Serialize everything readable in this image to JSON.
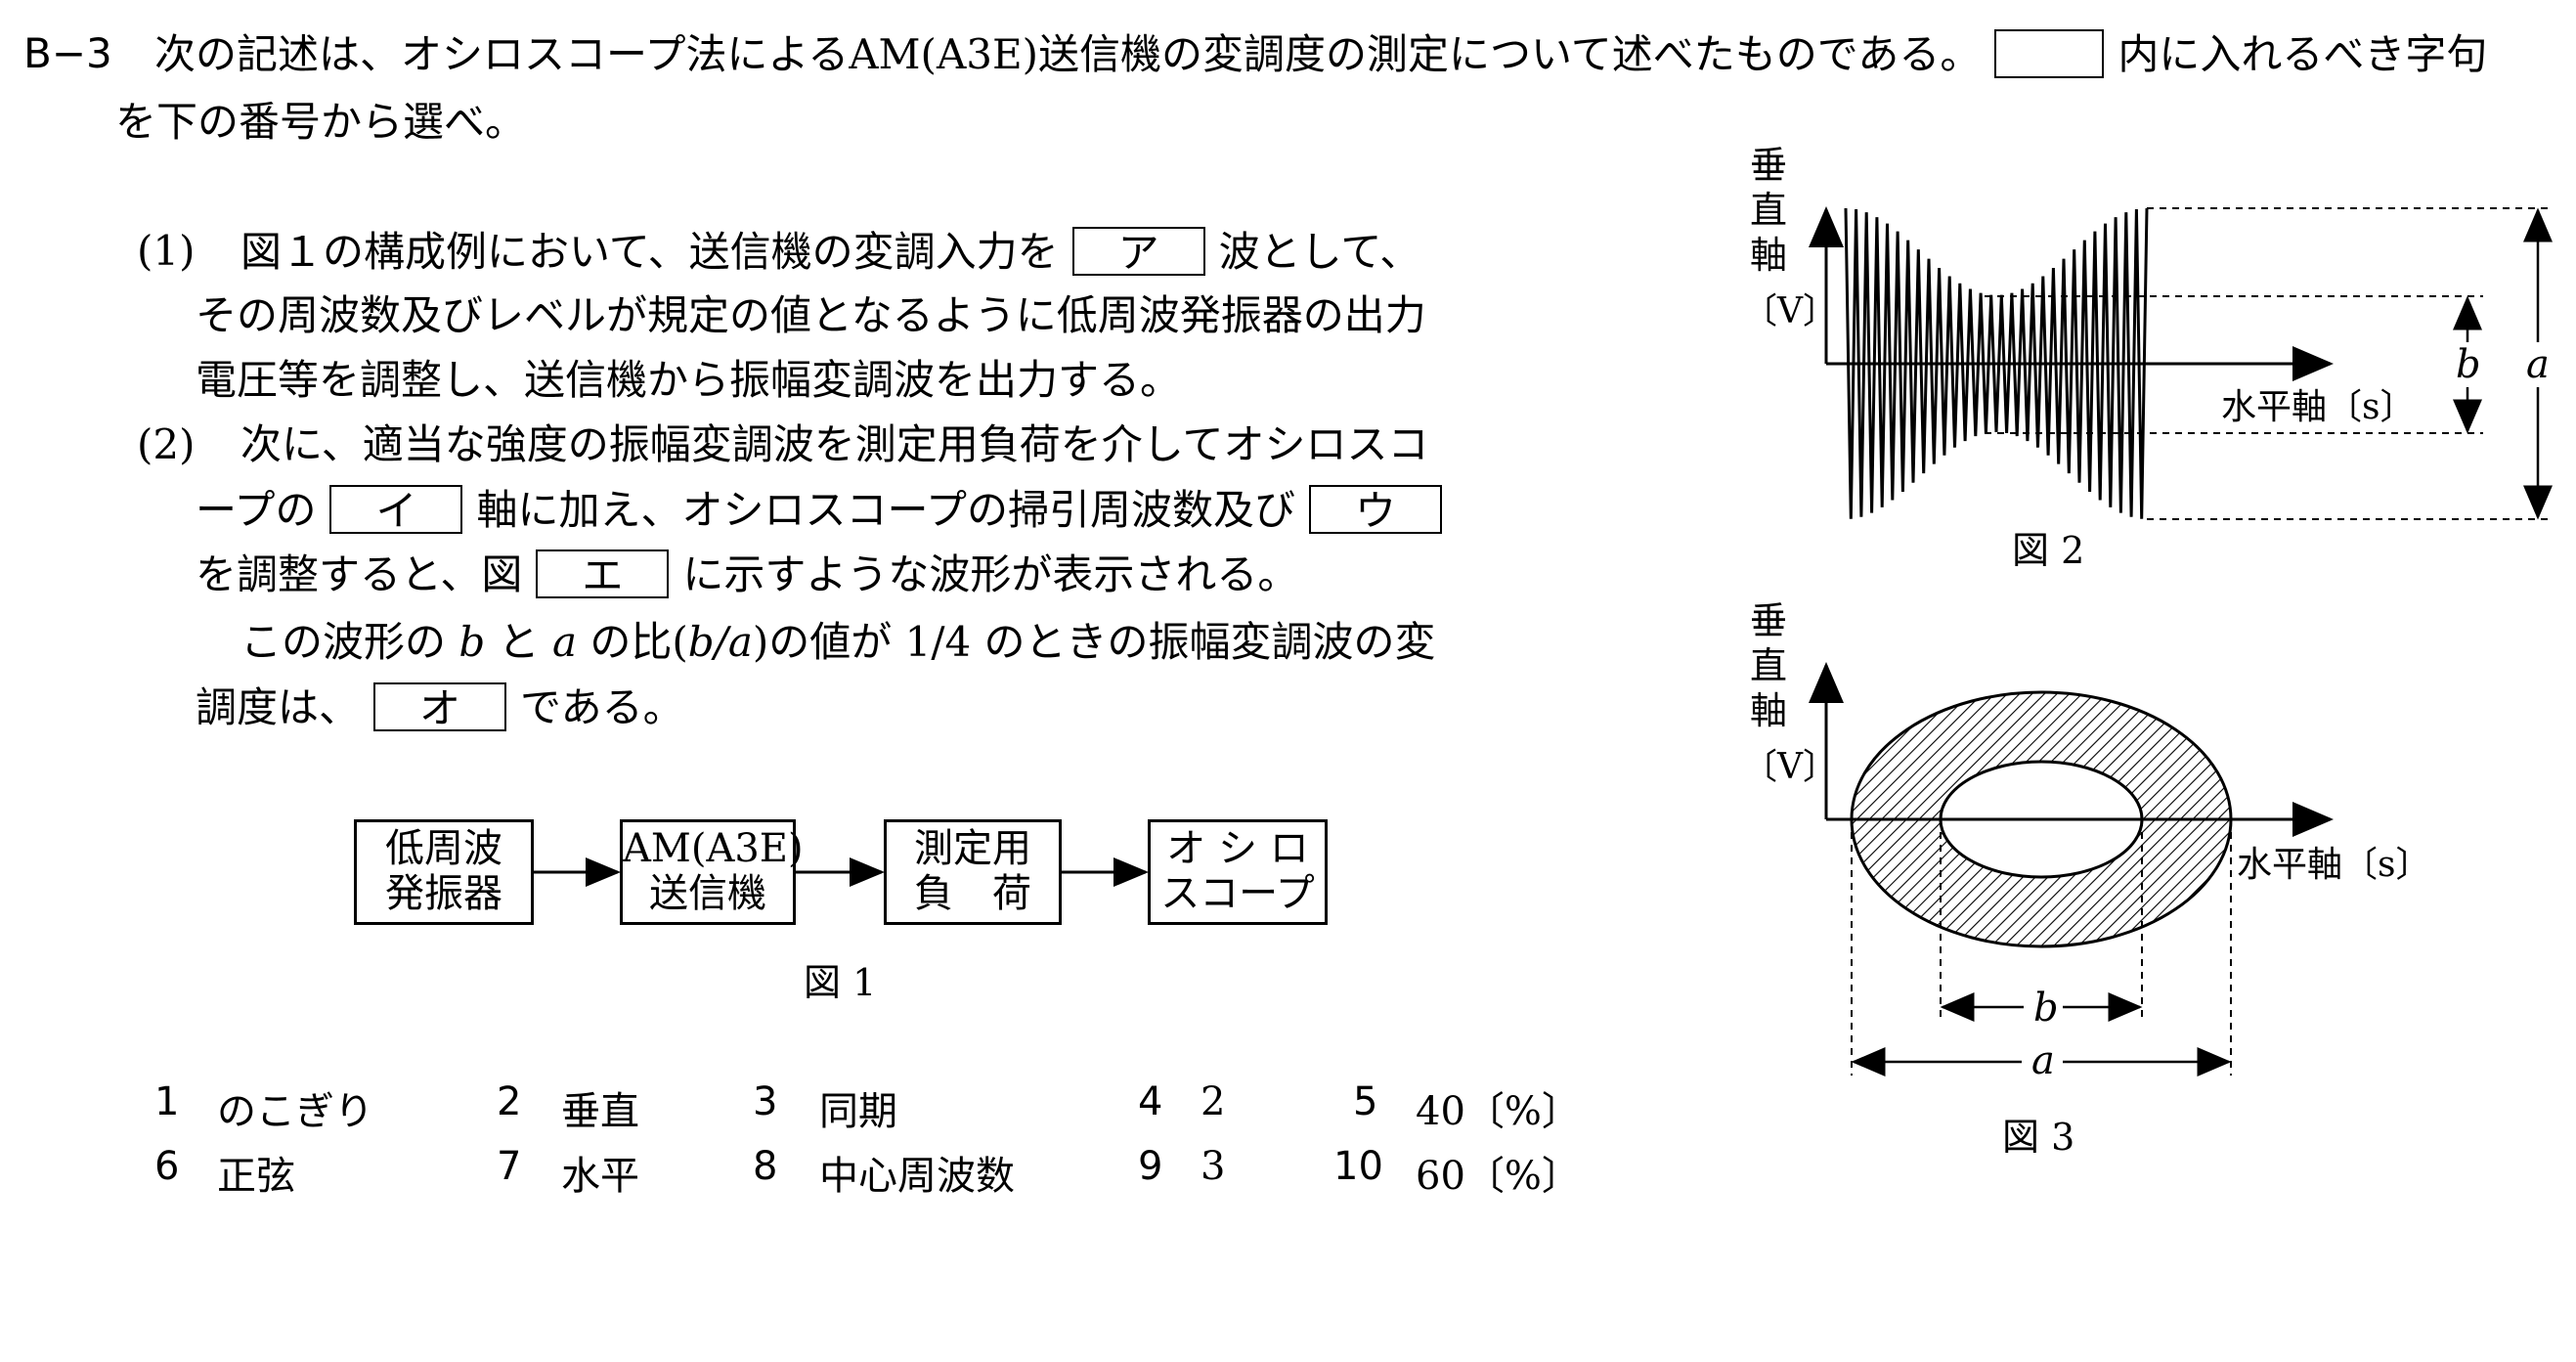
{
  "question": {
    "number": "B−3",
    "stem_1": "次の記述は、オシロスコープ法によるAM(A3E)送信機の変調度の測定について述べたものである。",
    "stem_2": "内に入れるべき字句",
    "stem_3": "を下の番号から選べ。"
  },
  "items": {
    "p1_num": "(1)",
    "p1_a": "図１の構成例において、送信機の変調入力を",
    "p1_b": "波として、",
    "p1_line2": "その周波数及びレベルが規定の値となるように低周波発振器の出力",
    "p1_line3": "電圧等を調整し、送信機から振幅変調波を出力する。",
    "p2_num": "(2)",
    "p2_line1": "次に、適当な強度の振幅変調波を測定用負荷を介してオシロスコ",
    "p2_l2a": "ープの",
    "p2_l2b": "軸に加え、オシロスコープの掃引周波数及び",
    "p2_l3a": "を調整すると、図",
    "p2_l3b": "に示すような波形が表示される。",
    "p2_l4a": "この波形の",
    "p2_l4b": "と",
    "p2_l4c": "の比(",
    "p2_l4d": ")の値が 1/4 のときの振幅変調波の変",
    "p2_l5a": "調度は、",
    "p2_l5b": "である。",
    "var_b": "b",
    "var_a": "a",
    "ratio": "b/a"
  },
  "blanks": {
    "a": "ア",
    "i": "イ",
    "u": "ウ",
    "e": "エ",
    "o": "オ"
  },
  "figure1": {
    "caption": "図 1",
    "boxes": [
      {
        "line1": "低周波",
        "line2": "発振器"
      },
      {
        "line1": "AM(A3E)",
        "line2": "送信機"
      },
      {
        "line1": "測定用",
        "line2": "負　荷"
      },
      {
        "line1": "オ シ ロ",
        "line2": "スコープ"
      }
    ]
  },
  "figure2": {
    "caption": "図 2",
    "y_axis": [
      "垂",
      "直",
      "軸",
      "〔V〕"
    ],
    "x_axis": "水平軸〔s〕",
    "label_b": "b",
    "label_a": "a"
  },
  "figure3": {
    "caption": "図 3",
    "y_axis": [
      "垂",
      "直",
      "軸",
      "〔V〕"
    ],
    "x_axis": "水平軸〔s〕",
    "label_b": "b",
    "label_a": "a"
  },
  "choices": [
    {
      "num": "1",
      "text": "のこぎり"
    },
    {
      "num": "2",
      "text": "垂直"
    },
    {
      "num": "3",
      "text": "同期"
    },
    {
      "num": "4",
      "text": "2"
    },
    {
      "num": "5",
      "text": "40〔%〕"
    },
    {
      "num": "6",
      "text": "正弦"
    },
    {
      "num": "7",
      "text": "水平"
    },
    {
      "num": "8",
      "text": "中心周波数"
    },
    {
      "num": "9",
      "text": "3"
    },
    {
      "num": "10",
      "text": "60〔%〕"
    }
  ]
}
